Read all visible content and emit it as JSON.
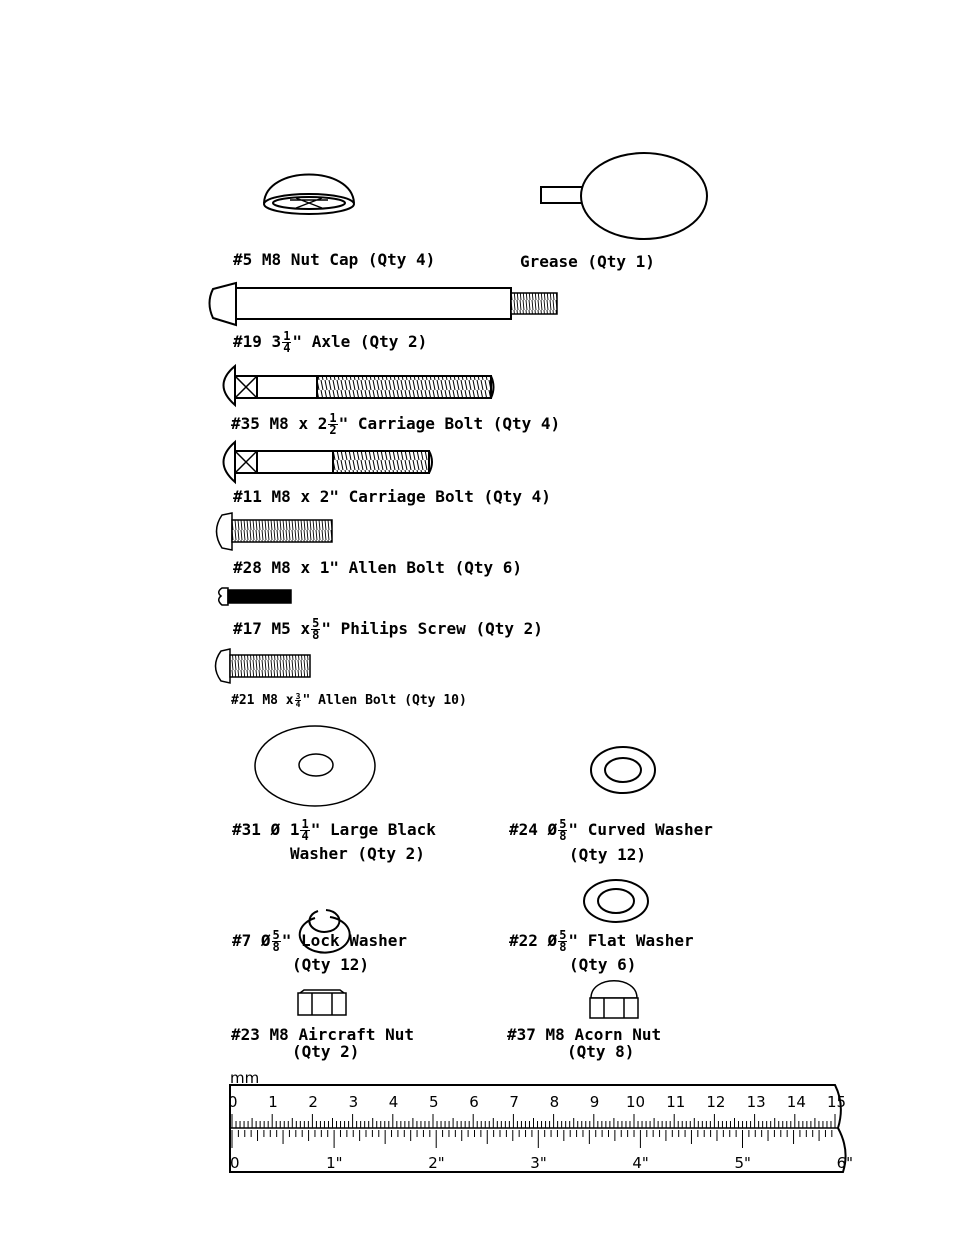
{
  "parts": {
    "nut_cap": {
      "num": "#5",
      "text": "M8 Nut Cap (Qty 4)"
    },
    "grease": {
      "text": "Grease (Qty 1)"
    },
    "axle": {
      "num": "#19",
      "pre": "3",
      "frac_n": "1",
      "frac_d": "4",
      "post": "\" Axle (Qty 2)"
    },
    "carriage_bolt_2_5": {
      "num": "#35",
      "pre": "M8 x 2",
      "frac_n": "1",
      "frac_d": "2",
      "post": "\" Carriage Bolt (Qty 4)"
    },
    "carriage_bolt_2": {
      "num": "#11",
      "text": "M8 x 2\" Carriage Bolt (Qty 4)"
    },
    "allen_bolt_1": {
      "num": "#28",
      "text": "M8 x 1\" Allen Bolt (Qty 6)"
    },
    "philips_screw": {
      "num": "#17",
      "pre": "M5 x",
      "frac_n": "5",
      "frac_d": "8",
      "post": "\" Philips Screw (Qty 2)"
    },
    "allen_bolt_34": {
      "num": "#21",
      "pre": "M8 x",
      "frac_n": "3",
      "frac_d": "4",
      "post": "\" Allen Bolt (Qty 10)"
    },
    "large_washer": {
      "num": "#31",
      "pre": "Ø 1",
      "frac_n": "1",
      "frac_d": "4",
      "post": "\" Large Black",
      "line2": "Washer (Qty 2)"
    },
    "curved_washer": {
      "num": "#24",
      "pre": "Ø",
      "frac_n": "5",
      "frac_d": "8",
      "post": "\" Curved Washer",
      "line2": "(Qty 12)"
    },
    "lock_washer": {
      "num": "#7",
      "pre": "Ø",
      "frac_n": "5",
      "frac_d": "8",
      "post": "\" Lock Washer",
      "line2": "(Qty 12)"
    },
    "flat_washer": {
      "num": "#22",
      "pre": "Ø",
      "frac_n": "5",
      "frac_d": "8",
      "post": "\" Flat Washer",
      "line2": "(Qty 6)"
    },
    "aircraft_nut": {
      "num": "#23",
      "text": "M8 Aircraft Nut",
      "line2": "(Qty 2)"
    },
    "acorn_nut": {
      "num": "#37",
      "text": "M8 Acorn Nut",
      "line2": "(Qty 8)"
    }
  },
  "ruler": {
    "unit_label": "mm",
    "cm_labels": [
      "0",
      "1",
      "2",
      "3",
      "4",
      "5",
      "6",
      "7",
      "8",
      "9",
      "10",
      "11",
      "12",
      "13",
      "14",
      "15"
    ],
    "inch_labels": [
      "0",
      "1\"",
      "2\"",
      "3\"",
      "4\"",
      "5\"",
      "6\""
    ]
  }
}
